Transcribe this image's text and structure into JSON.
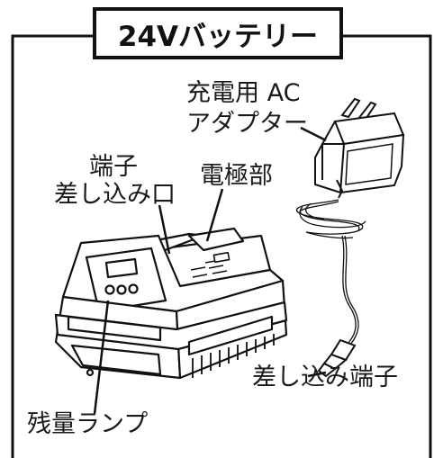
{
  "title": "24Vバッテリー",
  "labels": {
    "ac_adapter_line1": "充電用 AC",
    "ac_adapter_line2": "アダプター",
    "terminal_port_line1": "端子",
    "terminal_port_line2": "差し込み口",
    "electrode": "電極部",
    "plug_terminal": "差し込み端子",
    "battery_lamp": "残量ランプ"
  },
  "colors": {
    "line": "#111111",
    "background": "#ffffff"
  }
}
